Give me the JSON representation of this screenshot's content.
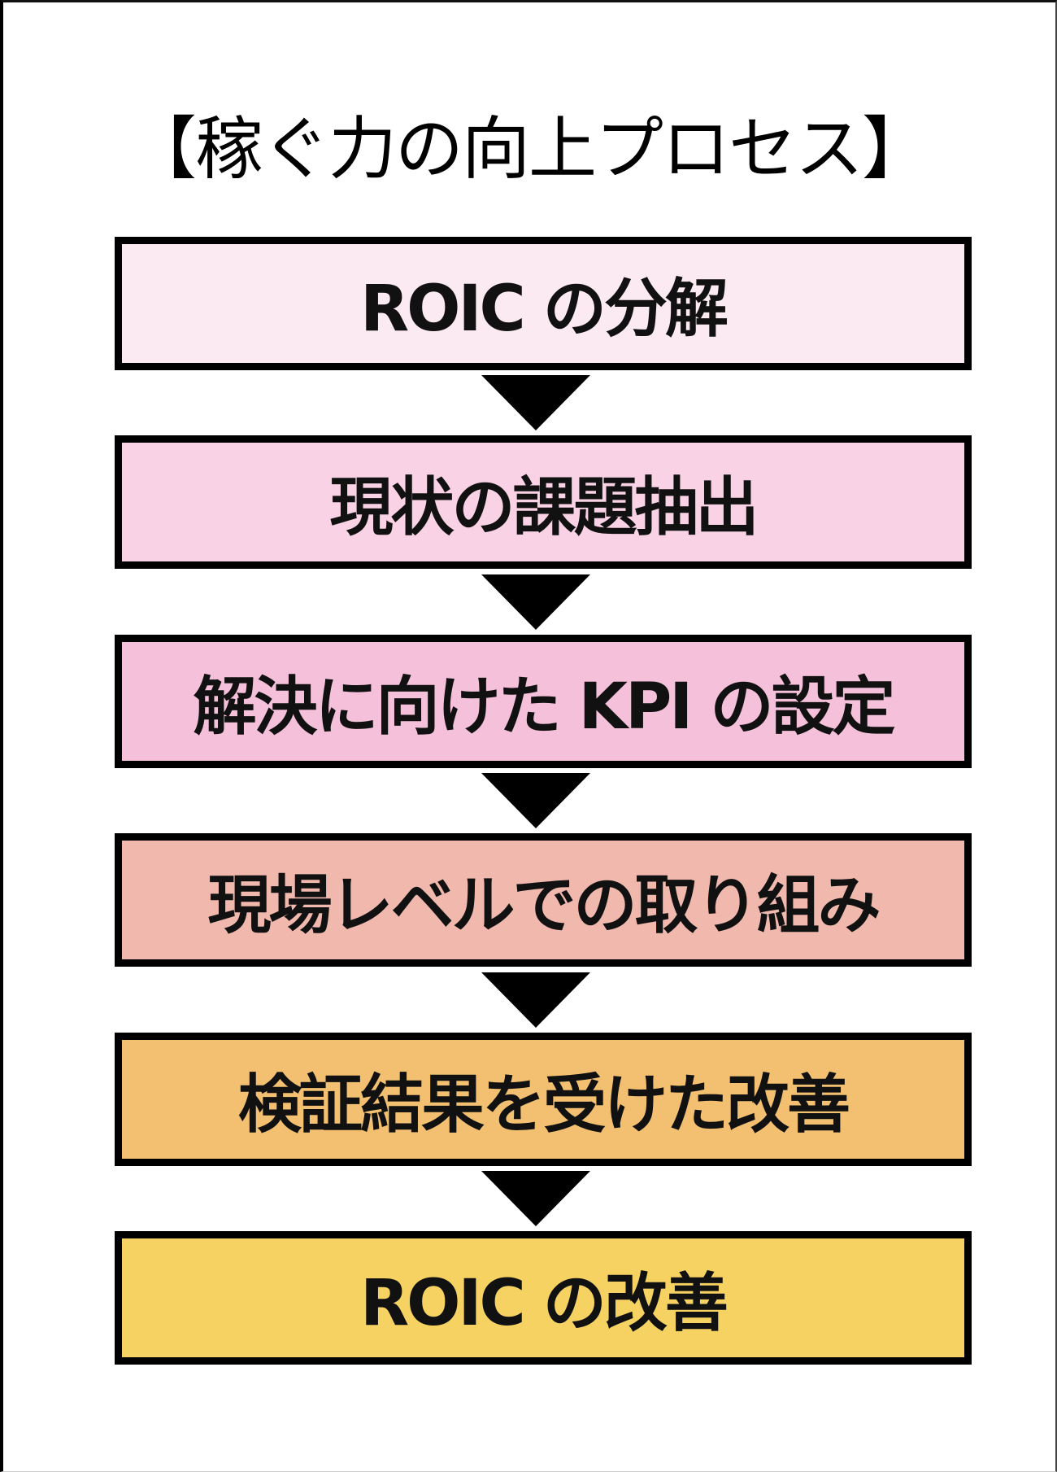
{
  "title": "【稼ぐ力の向上プロセス】",
  "steps": [
    {
      "label": "ROIC の分解",
      "color": "#fbeaf2"
    },
    {
      "label": "現状の課題抽出",
      "color": "#f9d3e5"
    },
    {
      "label": "解決に向けた KPI の設定",
      "color": "#f4c0da"
    },
    {
      "label": "現場レベルでの取り組み",
      "color": "#f1b9ae"
    },
    {
      "label": "検証結果を受けた改善",
      "color": "#f2c070"
    },
    {
      "label": "ROIC の改善",
      "color": "#f6d262"
    }
  ],
  "arrow_icon": "down-triangle-icon"
}
